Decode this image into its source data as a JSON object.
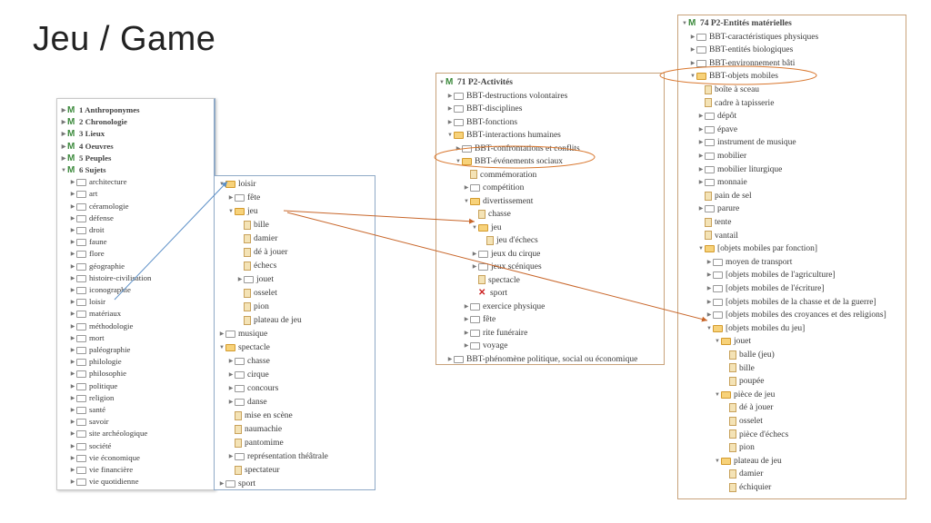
{
  "slide": {
    "title": "Jeu / Game"
  },
  "panels": {
    "p1": [
      {
        "label": "1 Anthroponymes",
        "depth": 0,
        "icon": "marker",
        "tw": "closed",
        "bold": true
      },
      {
        "label": "2 Chronologie",
        "depth": 0,
        "icon": "marker",
        "tw": "closed",
        "bold": true
      },
      {
        "label": "3 Lieux",
        "depth": 0,
        "icon": "marker",
        "tw": "closed",
        "bold": true
      },
      {
        "label": "4 Oeuvres",
        "depth": 0,
        "icon": "marker",
        "tw": "closed",
        "bold": true
      },
      {
        "label": "5 Peuples",
        "depth": 0,
        "icon": "marker",
        "tw": "closed",
        "bold": true
      },
      {
        "label": "6 Sujets",
        "depth": 0,
        "icon": "marker",
        "tw": "open",
        "bold": true
      },
      {
        "label": "architecture",
        "depth": 1,
        "icon": "folder",
        "tw": "closed"
      },
      {
        "label": "art",
        "depth": 1,
        "icon": "folder",
        "tw": "closed"
      },
      {
        "label": "céramologie",
        "depth": 1,
        "icon": "folder",
        "tw": "closed"
      },
      {
        "label": "défense",
        "depth": 1,
        "icon": "folder",
        "tw": "closed"
      },
      {
        "label": "droit",
        "depth": 1,
        "icon": "folder",
        "tw": "closed"
      },
      {
        "label": "faune",
        "depth": 1,
        "icon": "folder",
        "tw": "closed"
      },
      {
        "label": "flore",
        "depth": 1,
        "icon": "folder",
        "tw": "closed"
      },
      {
        "label": "géographie",
        "depth": 1,
        "icon": "folder",
        "tw": "closed"
      },
      {
        "label": "histoire-civilisation",
        "depth": 1,
        "icon": "folder",
        "tw": "closed"
      },
      {
        "label": "iconographie",
        "depth": 1,
        "icon": "folder",
        "tw": "closed"
      },
      {
        "label": "loisir",
        "depth": 1,
        "icon": "folder",
        "tw": "closed"
      },
      {
        "label": "matériaux",
        "depth": 1,
        "icon": "folder",
        "tw": "closed"
      },
      {
        "label": "méthodologie",
        "depth": 1,
        "icon": "folder",
        "tw": "closed"
      },
      {
        "label": "mort",
        "depth": 1,
        "icon": "folder",
        "tw": "closed"
      },
      {
        "label": "paléographie",
        "depth": 1,
        "icon": "folder",
        "tw": "closed"
      },
      {
        "label": "philologie",
        "depth": 1,
        "icon": "folder",
        "tw": "closed"
      },
      {
        "label": "philosophie",
        "depth": 1,
        "icon": "folder",
        "tw": "closed"
      },
      {
        "label": "politique",
        "depth": 1,
        "icon": "folder",
        "tw": "closed"
      },
      {
        "label": "religion",
        "depth": 1,
        "icon": "folder",
        "tw": "closed"
      },
      {
        "label": "santé",
        "depth": 1,
        "icon": "folder",
        "tw": "closed"
      },
      {
        "label": "savoir",
        "depth": 1,
        "icon": "folder",
        "tw": "closed"
      },
      {
        "label": "site archéologique",
        "depth": 1,
        "icon": "folder",
        "tw": "closed"
      },
      {
        "label": "société",
        "depth": 1,
        "icon": "folder",
        "tw": "closed"
      },
      {
        "label": "vie économique",
        "depth": 1,
        "icon": "folder",
        "tw": "closed"
      },
      {
        "label": "vie financière",
        "depth": 1,
        "icon": "folder",
        "tw": "closed"
      },
      {
        "label": "vie quotidienne",
        "depth": 1,
        "icon": "folder",
        "tw": "closed"
      }
    ],
    "p2": [
      {
        "label": "loisir",
        "depth": 0,
        "icon": "folder-open",
        "tw": "open"
      },
      {
        "label": "fête",
        "depth": 1,
        "icon": "folder",
        "tw": "closed"
      },
      {
        "label": "jeu",
        "depth": 1,
        "icon": "folder-open",
        "tw": "open"
      },
      {
        "label": "bille",
        "depth": 2,
        "icon": "leaf",
        "tw": ""
      },
      {
        "label": "damier",
        "depth": 2,
        "icon": "leaf",
        "tw": ""
      },
      {
        "label": "dé à jouer",
        "depth": 2,
        "icon": "leaf",
        "tw": ""
      },
      {
        "label": "échecs",
        "depth": 2,
        "icon": "leaf",
        "tw": ""
      },
      {
        "label": "jouet",
        "depth": 2,
        "icon": "folder",
        "tw": "closed"
      },
      {
        "label": "osselet",
        "depth": 2,
        "icon": "leaf",
        "tw": ""
      },
      {
        "label": "pion",
        "depth": 2,
        "icon": "leaf",
        "tw": ""
      },
      {
        "label": "plateau de jeu",
        "depth": 2,
        "icon": "leaf",
        "tw": ""
      },
      {
        "label": "musique",
        "depth": 0,
        "icon": "folder",
        "tw": "closed"
      },
      {
        "label": "spectacle",
        "depth": 0,
        "icon": "folder-open",
        "tw": "open"
      },
      {
        "label": "chasse",
        "depth": 1,
        "icon": "folder",
        "tw": "closed"
      },
      {
        "label": "cirque",
        "depth": 1,
        "icon": "folder",
        "tw": "closed"
      },
      {
        "label": "concours",
        "depth": 1,
        "icon": "folder",
        "tw": "closed"
      },
      {
        "label": "danse",
        "depth": 1,
        "icon": "folder",
        "tw": "closed"
      },
      {
        "label": "mise en scène",
        "depth": 1,
        "icon": "leaf",
        "tw": ""
      },
      {
        "label": "naumachie",
        "depth": 1,
        "icon": "leaf",
        "tw": ""
      },
      {
        "label": "pantomime",
        "depth": 1,
        "icon": "leaf",
        "tw": ""
      },
      {
        "label": "représentation théâtrale",
        "depth": 1,
        "icon": "folder",
        "tw": "closed"
      },
      {
        "label": "spectateur",
        "depth": 1,
        "icon": "leaf",
        "tw": ""
      },
      {
        "label": "sport",
        "depth": 0,
        "icon": "folder",
        "tw": "closed"
      }
    ],
    "p3": [
      {
        "label": "71 P2-Activités",
        "depth": 0,
        "icon": "marker",
        "tw": "open",
        "bold": true
      },
      {
        "label": "BBT-destructions volontaires",
        "depth": 1,
        "icon": "folder",
        "tw": "closed"
      },
      {
        "label": "BBT-disciplines",
        "depth": 1,
        "icon": "folder",
        "tw": "closed"
      },
      {
        "label": "BBT-fonctions",
        "depth": 1,
        "icon": "folder",
        "tw": "closed"
      },
      {
        "label": "BBT-interactions humaines",
        "depth": 1,
        "icon": "folder-open",
        "tw": "open"
      },
      {
        "label": "BBT-confrontations et conflits",
        "depth": 2,
        "icon": "folder",
        "tw": "closed"
      },
      {
        "label": "BBT-événements sociaux",
        "depth": 2,
        "icon": "folder-open",
        "tw": "open"
      },
      {
        "label": "commémoration",
        "depth": 3,
        "icon": "leaf",
        "tw": ""
      },
      {
        "label": "compétition",
        "depth": 3,
        "icon": "folder",
        "tw": "closed"
      },
      {
        "label": "divertissement",
        "depth": 3,
        "icon": "folder-open",
        "tw": "open"
      },
      {
        "label": "chasse",
        "depth": 4,
        "icon": "leaf",
        "tw": ""
      },
      {
        "label": "jeu",
        "depth": 4,
        "icon": "folder-open",
        "tw": "open"
      },
      {
        "label": "jeu d'échecs",
        "depth": 5,
        "icon": "leaf",
        "tw": ""
      },
      {
        "label": "jeux du cirque",
        "depth": 4,
        "icon": "folder",
        "tw": "closed"
      },
      {
        "label": "jeux scéniques",
        "depth": 4,
        "icon": "folder",
        "tw": "closed"
      },
      {
        "label": "spectacle",
        "depth": 4,
        "icon": "leaf",
        "tw": ""
      },
      {
        "label": "sport",
        "depth": 4,
        "icon": "x",
        "tw": ""
      },
      {
        "label": "exercice physique",
        "depth": 3,
        "icon": "folder",
        "tw": "closed"
      },
      {
        "label": "fête",
        "depth": 3,
        "icon": "folder",
        "tw": "closed"
      },
      {
        "label": "rite funéraire",
        "depth": 3,
        "icon": "folder",
        "tw": "closed"
      },
      {
        "label": "voyage",
        "depth": 3,
        "icon": "folder",
        "tw": "closed"
      },
      {
        "label": "BBT-phénomène politique, social ou économique",
        "depth": 1,
        "icon": "folder",
        "tw": "closed"
      }
    ],
    "p4": [
      {
        "label": "74 P2-Entités matérielles",
        "depth": 0,
        "icon": "marker",
        "tw": "open",
        "bold": true
      },
      {
        "label": "BBT-caractéristiques physiques",
        "depth": 1,
        "icon": "folder",
        "tw": "closed"
      },
      {
        "label": "BBT-entités biologiques",
        "depth": 1,
        "icon": "folder",
        "tw": "closed"
      },
      {
        "label": "BBT-environnement bâti",
        "depth": 1,
        "icon": "folder",
        "tw": "closed"
      },
      {
        "label": "BBT-objets mobiles",
        "depth": 1,
        "icon": "folder-open",
        "tw": "open"
      },
      {
        "label": "boîte à sceau",
        "depth": 2,
        "icon": "leaf",
        "tw": ""
      },
      {
        "label": "cadre à tapisserie",
        "depth": 2,
        "icon": "leaf",
        "tw": ""
      },
      {
        "label": "dépôt",
        "depth": 2,
        "icon": "folder",
        "tw": "closed"
      },
      {
        "label": "épave",
        "depth": 2,
        "icon": "folder",
        "tw": "closed"
      },
      {
        "label": "instrument de musique",
        "depth": 2,
        "icon": "folder",
        "tw": "closed"
      },
      {
        "label": "mobilier",
        "depth": 2,
        "icon": "folder",
        "tw": "closed"
      },
      {
        "label": "mobilier liturgique",
        "depth": 2,
        "icon": "folder",
        "tw": "closed"
      },
      {
        "label": "monnaie",
        "depth": 2,
        "icon": "folder",
        "tw": "closed"
      },
      {
        "label": "pain de sel",
        "depth": 2,
        "icon": "leaf",
        "tw": ""
      },
      {
        "label": "parure",
        "depth": 2,
        "icon": "folder",
        "tw": "closed"
      },
      {
        "label": "tente",
        "depth": 2,
        "icon": "leaf",
        "tw": ""
      },
      {
        "label": "vantail",
        "depth": 2,
        "icon": "leaf",
        "tw": ""
      },
      {
        "label": "[objets mobiles par fonction]",
        "depth": 2,
        "icon": "folder-open",
        "tw": "open"
      },
      {
        "label": "moyen de transport",
        "depth": 3,
        "icon": "folder",
        "tw": "closed"
      },
      {
        "label": "[objets mobiles de l'agriculture]",
        "depth": 3,
        "icon": "folder",
        "tw": "closed"
      },
      {
        "label": "[objets mobiles de l'écriture]",
        "depth": 3,
        "icon": "folder",
        "tw": "closed"
      },
      {
        "label": "[objets mobiles de la chasse et de la guerre]",
        "depth": 3,
        "icon": "folder",
        "tw": "closed"
      },
      {
        "label": "[objets mobiles des croyances et des religions]",
        "depth": 3,
        "icon": "folder",
        "tw": "closed"
      },
      {
        "label": "[objets mobiles du jeu]",
        "depth": 3,
        "icon": "folder-open",
        "tw": "open"
      },
      {
        "label": "jouet",
        "depth": 4,
        "icon": "folder-open",
        "tw": "open"
      },
      {
        "label": "balle (jeu)",
        "depth": 5,
        "icon": "leaf",
        "tw": ""
      },
      {
        "label": "bille",
        "depth": 5,
        "icon": "leaf",
        "tw": ""
      },
      {
        "label": "poupée",
        "depth": 5,
        "icon": "leaf",
        "tw": ""
      },
      {
        "label": "pièce de jeu",
        "depth": 4,
        "icon": "folder-open",
        "tw": "open"
      },
      {
        "label": "dé à jouer",
        "depth": 5,
        "icon": "leaf",
        "tw": ""
      },
      {
        "label": "osselet",
        "depth": 5,
        "icon": "leaf",
        "tw": ""
      },
      {
        "label": "pièce d'échecs",
        "depth": 5,
        "icon": "leaf",
        "tw": ""
      },
      {
        "label": "pion",
        "depth": 5,
        "icon": "leaf",
        "tw": ""
      },
      {
        "label": "plateau de jeu",
        "depth": 4,
        "icon": "folder-open",
        "tw": "open"
      },
      {
        "label": "damier",
        "depth": 5,
        "icon": "leaf",
        "tw": ""
      },
      {
        "label": "échiquier",
        "depth": 5,
        "icon": "leaf",
        "tw": ""
      }
    ]
  },
  "colors": {
    "blue_arrow": "#5b8fc7",
    "orange_arrow": "#c8662a",
    "highlight": "#d9772e",
    "marker_green": "#3c8a3c"
  },
  "marker_glyph": "M",
  "x_glyph": "✕"
}
